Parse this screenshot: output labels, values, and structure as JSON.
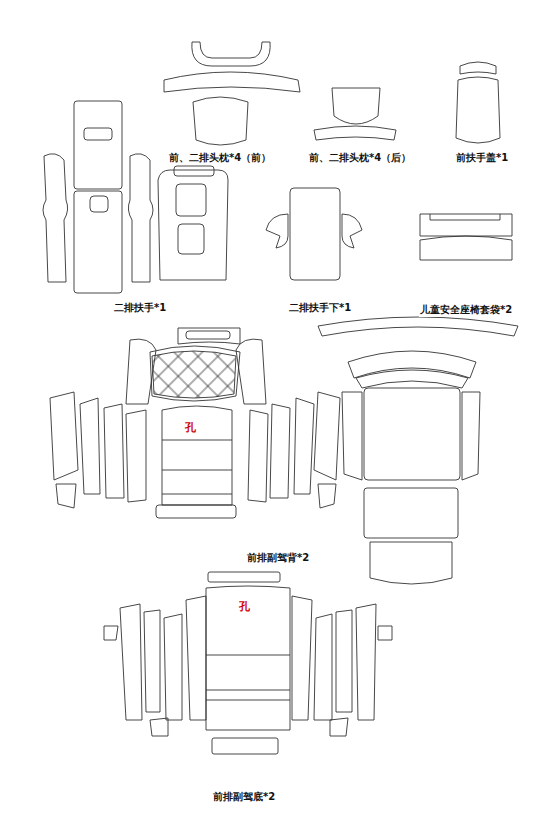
{
  "diagram": {
    "labels": [
      "前、二排头枕*4（前）",
      "前、二排头枕*4（后）",
      "前扶手盖*1",
      "二排扶手*1",
      "二排扶手下*1",
      "儿童安全座椅套袋*2",
      "孔",
      "前排副驾背*2",
      "孔",
      "前排副驾底*2"
    ]
  }
}
